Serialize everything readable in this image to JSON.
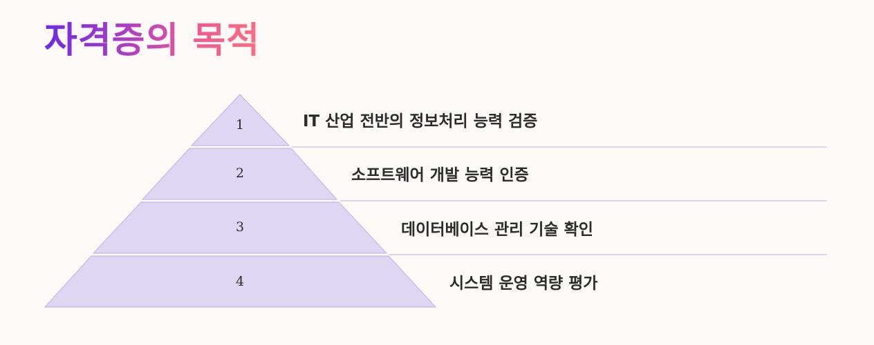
{
  "title": "자격증의 목적",
  "colors": {
    "background": "#fdf9f7",
    "pyramid_fill": "#dfd6f3",
    "pyramid_stroke": "#c4b8e6",
    "divider": "#ddd6ea",
    "title_gradient_start": "#6a2be6",
    "title_gradient_end": "#ff6d80",
    "text": "#2b2b2b"
  },
  "levels": [
    {
      "number": "1",
      "label": "IT 산업 전반의 정보처리 능력 검증"
    },
    {
      "number": "2",
      "label": "소프트웨어 개발 능력 인증"
    },
    {
      "number": "3",
      "label": "데이터베이스 관리 기술 확인"
    },
    {
      "number": "4",
      "label": "시스템 운영 역량 평가"
    }
  ]
}
